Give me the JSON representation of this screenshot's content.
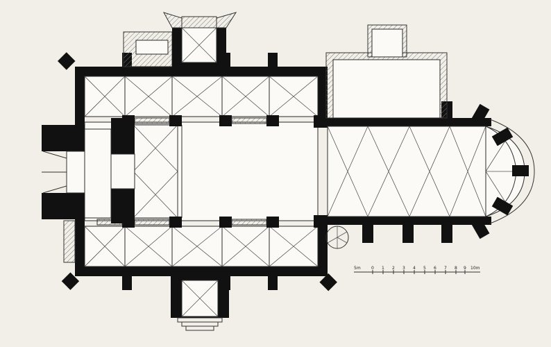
{
  "figure": {
    "subject": "church-ground-plan"
  },
  "scale_bar": {
    "start_label": "5m",
    "ticks": [
      "0",
      "1",
      "2",
      "3",
      "4",
      "5",
      "6",
      "7",
      "8",
      "9"
    ],
    "end_label": "10m"
  },
  "colors": {
    "paper": "#f1efe8",
    "wall": "#111111",
    "line": "#2a2a2a"
  }
}
